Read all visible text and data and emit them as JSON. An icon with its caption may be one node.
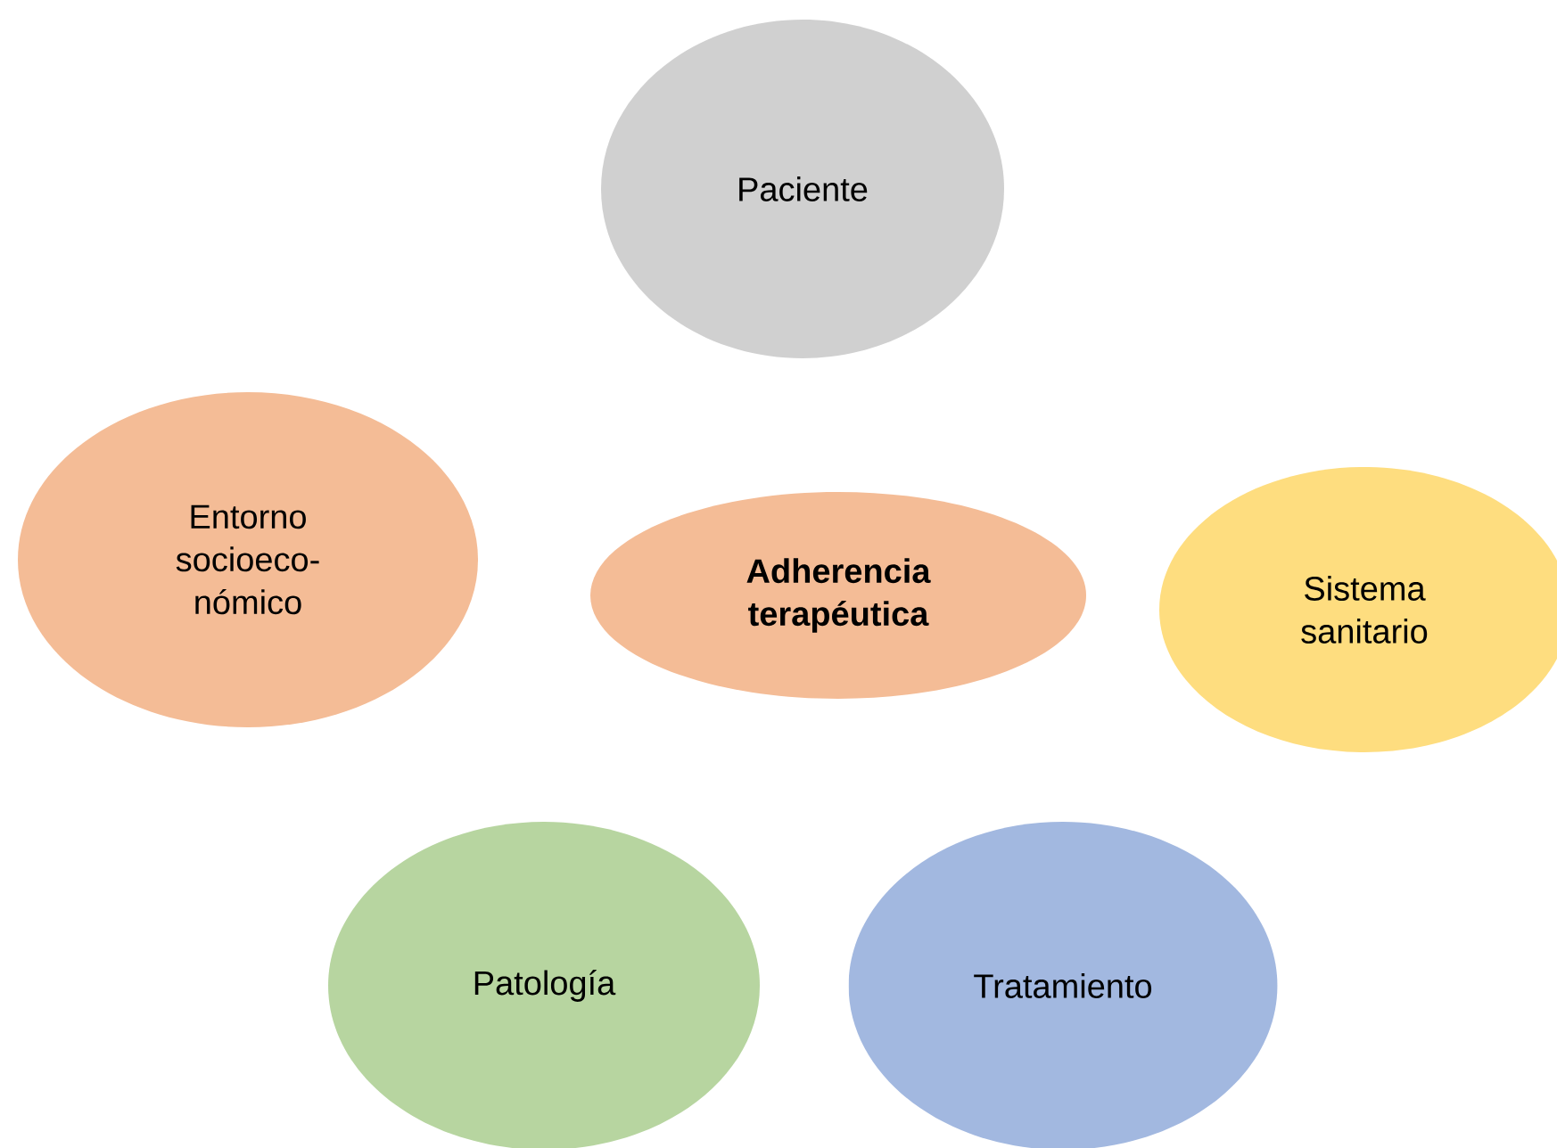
{
  "diagram": {
    "nodes": [
      {
        "text": [
          "Paciente"
        ]
      },
      {
        "text": [
          "Entorno socioeco-nómico"
        ]
      },
      {
        "text": [
          "Adherencia terapéutica"
        ]
      },
      {
        "text": [
          "Sistema sanitario"
        ]
      },
      {
        "text": [
          "Patología"
        ]
      },
      {
        "text": [
          "Tratamiento"
        ]
      }
    ]
  }
}
